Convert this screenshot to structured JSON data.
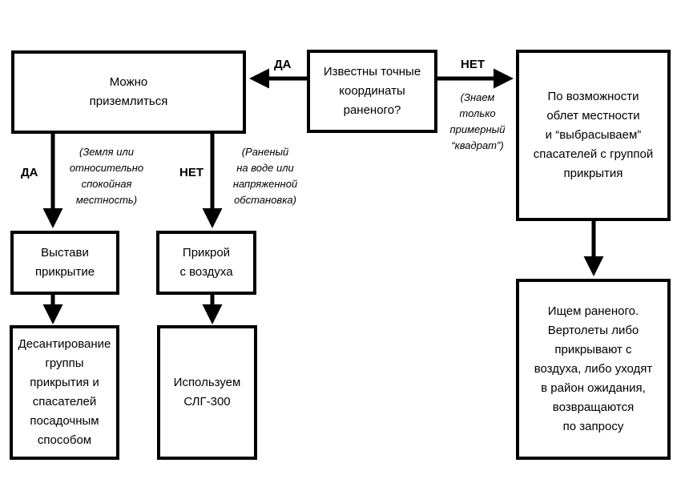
{
  "nodes": {
    "land": "Можно\nприземлиться",
    "question": "Известны точные\nкоординаты\nраненого?",
    "flyover": "По возможности\nоблет местности\nи “выбрасываем”\nспасателей с группой\nприкрытия",
    "cover": "Выстави\nприкрытие",
    "air_cover": "Прикрой\nс воздуха",
    "landing": "Десантирование\nгруппы\nприкрытия и\nспасателей\nпосадочным\nспособом",
    "slg": "Используем\nСЛГ-300",
    "search": "Ищем раненого.\nВертолеты либо\nприкрывают с\nвоздуха, либо уходят\nв район ожидания,\nвозвращаются\nпо запросу"
  },
  "labels": {
    "q_yes": "ДА",
    "q_no": "НЕТ",
    "land_yes": "ДА",
    "land_no": "НЕТ"
  },
  "notes": {
    "q_no_note": "(Знаем\nтолько\nпримерный\n“квадрат”)",
    "land_yes_note": "(Земля или\nотносительно\nспокойная\nместность)",
    "land_no_note": "(Раненый\nна воде или\nнапряженной\nобстановка)"
  }
}
